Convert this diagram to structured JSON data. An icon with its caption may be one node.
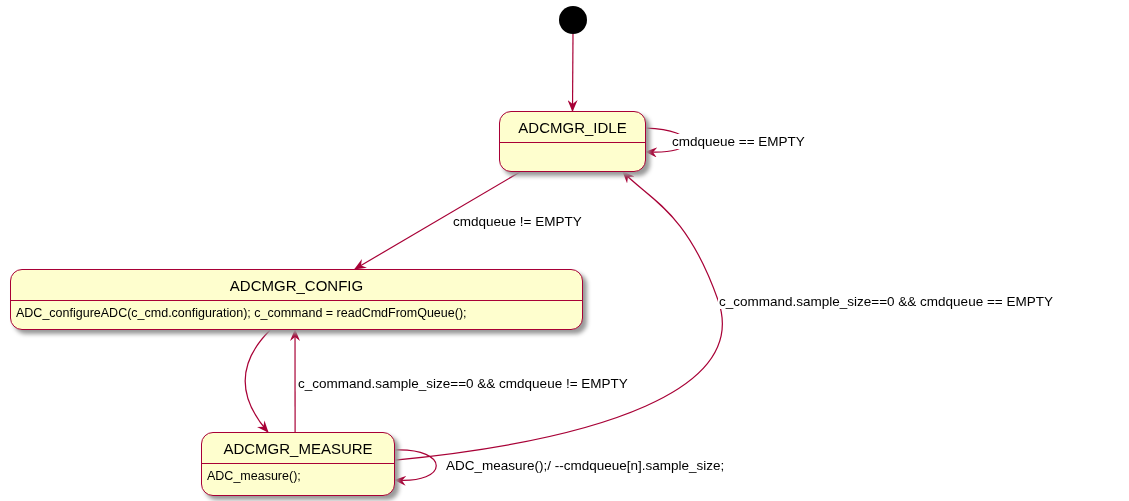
{
  "diagram": {
    "nodes": [
      {
        "text": [],
        "shape": "circle"
      },
      {
        "text": [
          "ADCMGR_IDLE"
        ]
      },
      {
        "text": [
          "ADCMGR_CONFIG",
          "ADC_configureADC(c_cmd.configuration); c_command = readCmdFromQueue();"
        ]
      },
      {
        "text": [
          "ADCMGR_MEASURE",
          "ADC_measure();"
        ]
      }
    ],
    "edges": [
      {
        "from": 0,
        "to": 1,
        "arrow": "to"
      },
      {
        "from": 1,
        "to": 1,
        "arrow": "to",
        "label": "cmdqueue == EMPTY"
      },
      {
        "from": 1,
        "to": 2,
        "arrow": "to",
        "label": "cmdqueue != EMPTY"
      },
      {
        "from": 2,
        "to": 3,
        "arrow": "to"
      },
      {
        "from": 3,
        "to": 2,
        "arrow": "to",
        "label": "c_command.sample_size==0 && cmdqueue != EMPTY"
      },
      {
        "from": 3,
        "to": 1,
        "arrow": "to",
        "label": "c_command.sample_size==0 && cmdqueue == EMPTY"
      },
      {
        "from": 3,
        "to": 3,
        "arrow": "to",
        "label": "ADC_measure();/ --cmdqueue[n].sample_size;"
      }
    ]
  }
}
